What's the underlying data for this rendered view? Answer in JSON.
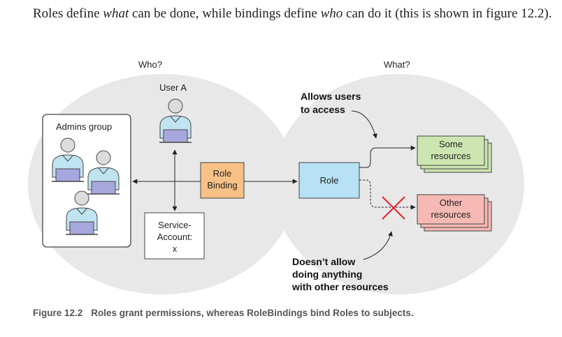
{
  "intro": {
    "part1": "Roles define ",
    "what": "what",
    "part2": " can be done, while bindings define ",
    "who": "who",
    "part3": " can do it (this is shown in figure 12.2)."
  },
  "diagram": {
    "who_label": "Who?",
    "what_label": "What?",
    "user_a": "User A",
    "admins_group": "Admins group",
    "role_binding_line1": "Role",
    "role_binding_line2": "Binding",
    "role": "Role",
    "sa_line1": "Service-",
    "sa_line2": "Account:",
    "sa_line3": "x",
    "allows_line1": "Allows users",
    "allows_line2": "to access",
    "deny_line1": "Doesn’t allow",
    "deny_line2": "doing anything",
    "deny_line3": "with other resources",
    "some_line1": "Some",
    "some_line2": "resources",
    "other_line1": "Other",
    "other_line2": "resources"
  },
  "caption": {
    "number": "Figure 12.2",
    "text": "Roles grant permissions, whereas RoleBindings bind Roles to subjects."
  },
  "colors": {
    "ellipse": "#e8e8e8",
    "role_binding": "#f9c185",
    "role": "#b7e1f4",
    "some_resources": "#cde5b0",
    "other_resources": "#f6b9b4",
    "user_body": "#bfe3f0",
    "laptop": "#a7a7de",
    "deny_cross": "#e0262a"
  }
}
